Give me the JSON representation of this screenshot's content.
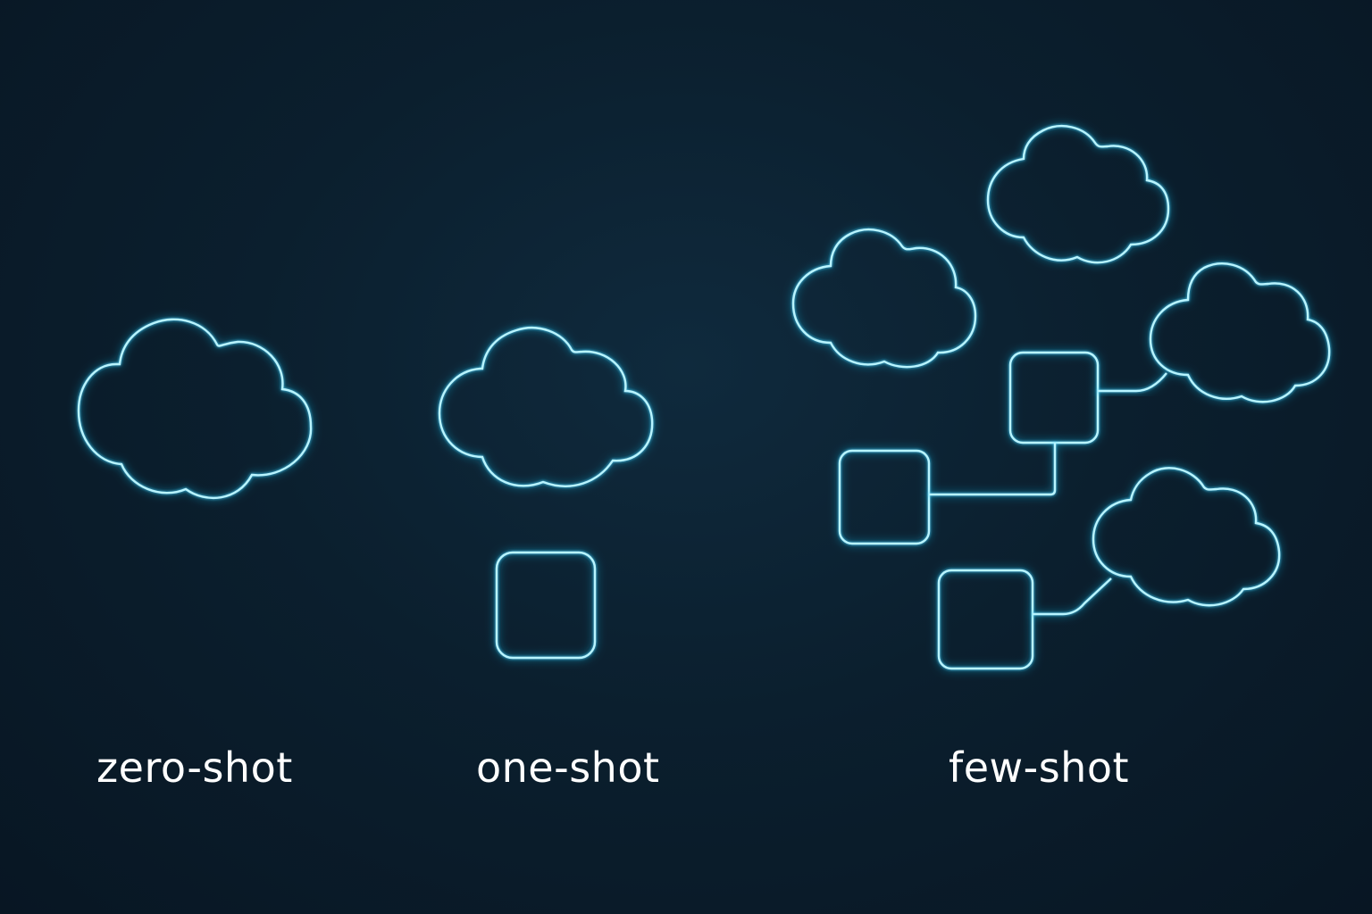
{
  "labels": {
    "zero": "zero-shot",
    "one": "one-shot",
    "few": "few-shot"
  },
  "colors": {
    "background": "#0b1f2e",
    "neon_stroke": "#b8f4ff",
    "neon_glow": "#29c6f5",
    "label_text": "#ffffff"
  },
  "icons": [
    "cloud-icon",
    "node-square-icon"
  ]
}
